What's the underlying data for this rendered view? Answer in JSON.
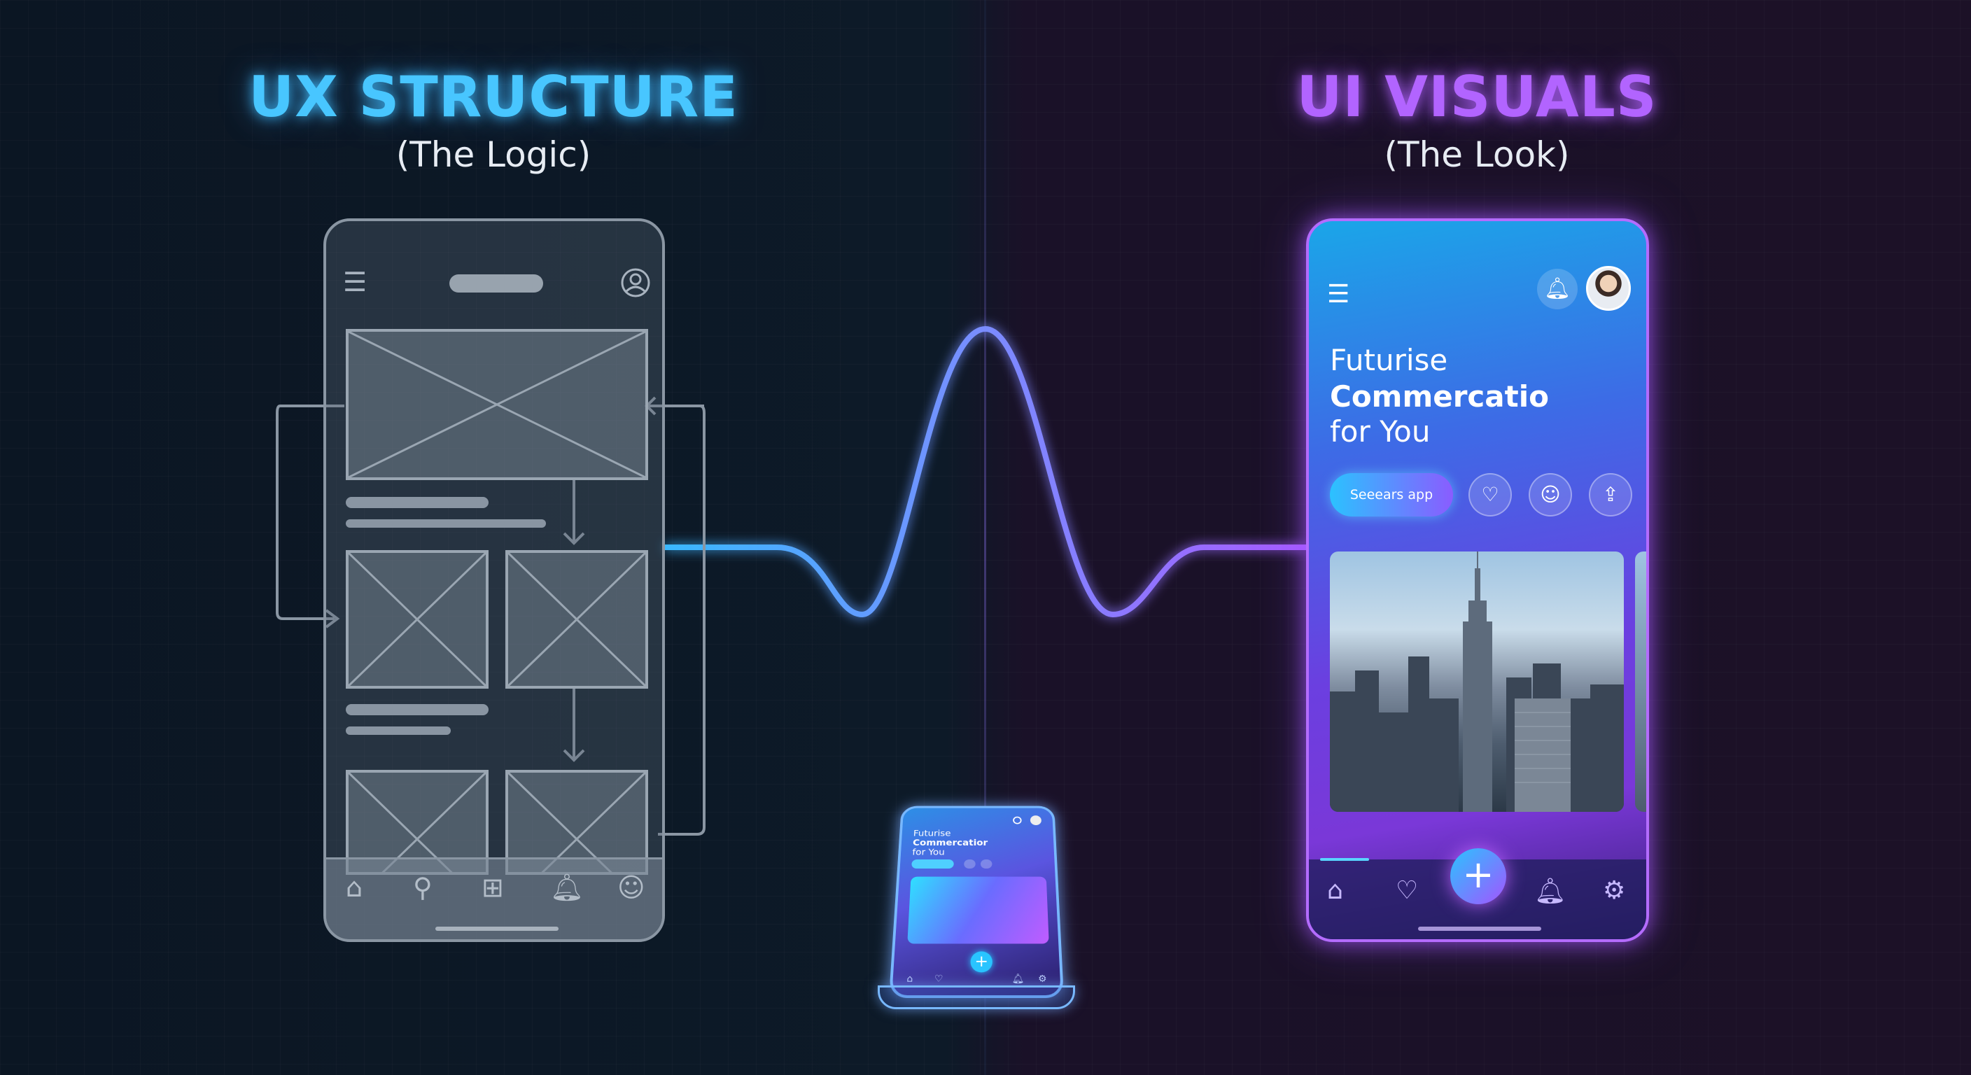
{
  "left": {
    "title": "UX STRUCTURE",
    "subtitle": "(The Logic)"
  },
  "right": {
    "title": "UI VISUALS",
    "subtitle": "(The Look)"
  },
  "ui_phone": {
    "headline_line1": "Futurise",
    "headline_line2": "Commercatio",
    "headline_line3": "for You",
    "cta_label": "Seeears app",
    "fab_symbol": "+"
  },
  "mini_phone": {
    "headline_line1": "Futurise",
    "headline_line2": "Commercatior",
    "headline_line3": "for You",
    "fab_symbol": "+"
  },
  "icons": {
    "wireframe_header": [
      "menu-icon",
      "profile-icon"
    ],
    "wireframe_tabs": [
      "home-icon",
      "search-icon",
      "add-icon",
      "bell-icon",
      "profile-icon"
    ],
    "ui_header": [
      "menu-icon",
      "bell-icon",
      "avatar"
    ],
    "ui_actions": [
      "heart-icon",
      "smile-icon",
      "share-icon"
    ],
    "ui_tabs": [
      "home-icon",
      "heart-icon",
      "bell-icon",
      "settings-icon"
    ]
  },
  "colors": {
    "ux_accent": "#48c6ff",
    "ui_accent": "#b264ff",
    "wave_left": "#39b8ff",
    "wave_right": "#a65cff"
  }
}
